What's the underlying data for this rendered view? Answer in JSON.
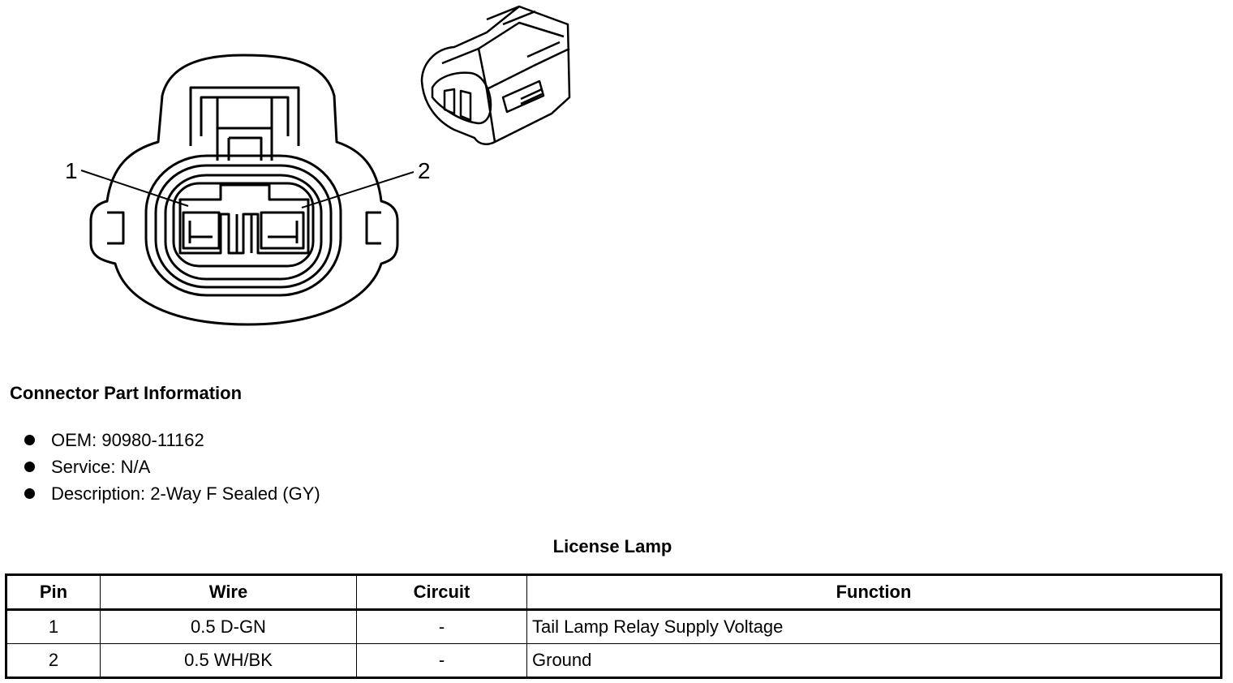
{
  "diagram": {
    "pin_labels": [
      "1",
      "2"
    ]
  },
  "part_info": {
    "title": "Connector Part Information",
    "items": [
      "OEM: 90980-11162",
      "Service: N/A",
      "Description: 2-Way F Sealed (GY)"
    ]
  },
  "table": {
    "title": "License Lamp",
    "headers": [
      "Pin",
      "Wire",
      "Circuit",
      "Function"
    ],
    "rows": [
      [
        "1",
        "0.5 D-GN",
        "-",
        "Tail Lamp Relay Supply Voltage"
      ],
      [
        "2",
        "0.5 WH/BK",
        "-",
        "Ground"
      ]
    ]
  }
}
